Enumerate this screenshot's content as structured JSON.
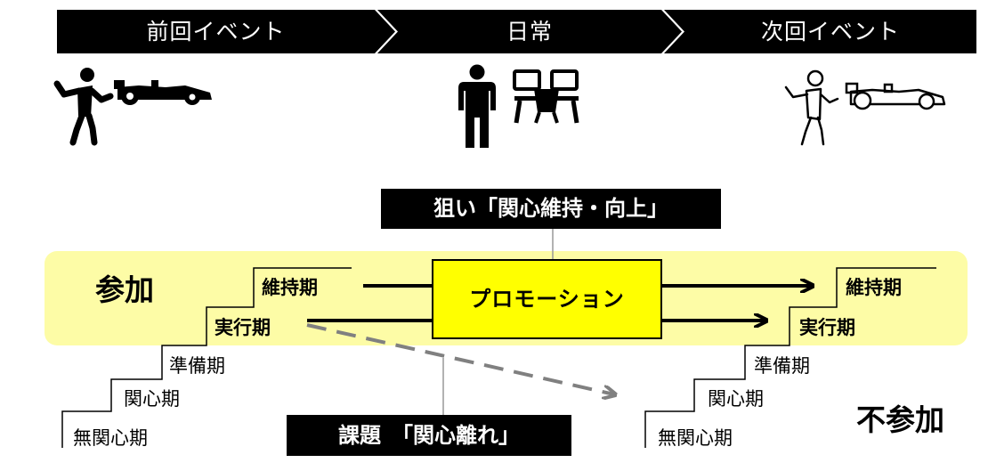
{
  "timeline": {
    "segments": [
      {
        "label": "前回イベント"
      },
      {
        "label": "日常"
      },
      {
        "label": "次回イベント"
      }
    ]
  },
  "icons": {
    "left": [
      "person-cheering-icon",
      "race-car-icon"
    ],
    "center": [
      "person-standing-icon",
      "desk-chairs-icon"
    ],
    "right": [
      "person-cheering-outline-icon",
      "race-car-outline-icon"
    ]
  },
  "aim_box": {
    "label": "狙い「関心維持・向上」"
  },
  "issue_box": {
    "label": "課題　「関心離れ」"
  },
  "promotion": {
    "label": "プロモーション"
  },
  "zones": {
    "participation": "参加",
    "non_participation": "不参加"
  },
  "stages_left": {
    "maintenance": "維持期",
    "execution": "実行期",
    "preparation": "準備期",
    "interest": "関心期",
    "no_interest": "無関心期"
  },
  "stages_right": {
    "maintenance": "維持期",
    "execution": "実行期",
    "preparation": "準備期",
    "interest": "関心期",
    "no_interest": "無関心期"
  },
  "colors": {
    "band": "#000000",
    "participation_zone": "#fdfca6",
    "promotion_box": "#ffff00",
    "dropout_arrow": "#808080"
  }
}
